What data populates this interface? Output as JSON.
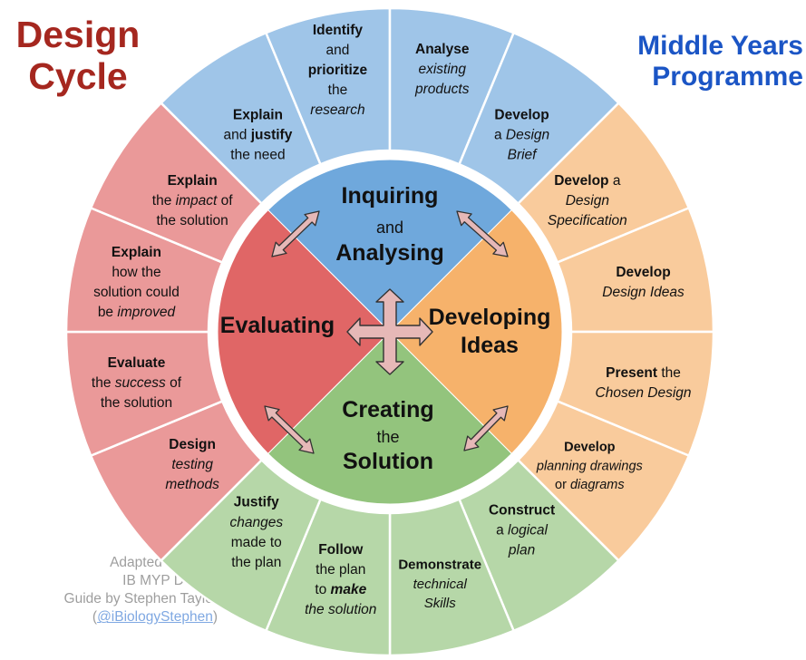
{
  "titles": {
    "left": [
      "Design",
      "Cycle"
    ],
    "right": [
      "Middle Years",
      "Programme"
    ]
  },
  "credit": {
    "lines": [
      "Adapted from the",
      "IB MYP Design",
      "Guide by Stephen Taylor"
    ],
    "open": "(",
    "handle": "@iBiologyStephen",
    "close": ")"
  },
  "colors": {
    "inquiring": "#6fa8dc",
    "inquiring_outer": "#9fc5e8",
    "developing": "#f6b26b",
    "developing_outer": "#f9cb9c",
    "creating": "#93c47d",
    "creating_outer": "#b6d7a8",
    "evaluating": "#e06666",
    "evaluating_outer": "#ea9999",
    "arrow": "#e6b8b7"
  },
  "quadrants": [
    {
      "key": "inquiring",
      "lines": [
        [
          "Inquiring"
        ],
        [
          "and"
        ],
        [
          "Analysing"
        ]
      ]
    },
    {
      "key": "developing",
      "lines": [
        [
          "Developing"
        ],
        [
          "Ideas"
        ]
      ]
    },
    {
      "key": "creating",
      "lines": [
        [
          "Creating"
        ],
        [
          "the"
        ],
        [
          "Solution"
        ]
      ]
    },
    {
      "key": "evaluating",
      "lines": [
        [
          "Evaluating"
        ]
      ]
    }
  ],
  "segments": [
    {
      "group": "inquiring",
      "lines": [
        [
          {
            "t": "Explain",
            "b": true
          }
        ],
        [
          {
            "t": "and "
          },
          {
            "t": "justify",
            "b": true
          }
        ],
        [
          {
            "t": "the need"
          }
        ]
      ]
    },
    {
      "group": "inquiring",
      "lines": [
        [
          {
            "t": "Identify",
            "b": true
          }
        ],
        [
          {
            "t": "and"
          }
        ],
        [
          {
            "t": "prioritize",
            "b": true
          }
        ],
        [
          {
            "t": "the"
          }
        ],
        [
          {
            "t": "research",
            "i": true
          }
        ]
      ]
    },
    {
      "group": "inquiring",
      "lines": [
        [
          {
            "t": "Analyse",
            "b": true
          }
        ],
        [
          {
            "t": "existing",
            "i": true
          }
        ],
        [
          {
            "t": "products",
            "i": true
          }
        ]
      ]
    },
    {
      "group": "inquiring",
      "lines": [
        [
          {
            "t": "Develop",
            "b": true
          }
        ],
        [
          {
            "t": "a "
          },
          {
            "t": "Design",
            "i": true
          }
        ],
        [
          {
            "t": "Brief",
            "i": true
          }
        ]
      ]
    },
    {
      "group": "developing",
      "lines": [
        [
          {
            "t": "Develop",
            "b": true
          },
          {
            "t": " a"
          }
        ],
        [
          {
            "t": "Design",
            "i": true
          }
        ],
        [
          {
            "t": "Specification",
            "i": true
          }
        ]
      ]
    },
    {
      "group": "developing",
      "lines": [
        [
          {
            "t": "Develop",
            "b": true
          }
        ],
        [
          {
            "t": "Design Ideas",
            "i": true
          }
        ]
      ]
    },
    {
      "group": "developing",
      "lines": [
        [
          {
            "t": "Present",
            "b": true
          },
          {
            "t": " the"
          }
        ],
        [
          {
            "t": "Chosen Design",
            "i": true
          }
        ]
      ]
    },
    {
      "group": "developing",
      "lines": [
        [
          {
            "t": "Develop",
            "b": true
          }
        ],
        [
          {
            "t": "planning drawings",
            "i": true
          }
        ],
        [
          {
            "t": "or "
          },
          {
            "t": "diagrams",
            "i": true
          }
        ]
      ]
    },
    {
      "group": "creating",
      "lines": [
        [
          {
            "t": "Construct",
            "b": true
          }
        ],
        [
          {
            "t": "a "
          },
          {
            "t": "logical",
            "i": true
          }
        ],
        [
          {
            "t": "plan",
            "i": true
          }
        ]
      ]
    },
    {
      "group": "creating",
      "lines": [
        [
          {
            "t": "Demonstrate",
            "b": true
          }
        ],
        [
          {
            "t": "technical",
            "i": true
          }
        ],
        [
          {
            "t": "Skills",
            "i": true
          }
        ]
      ]
    },
    {
      "group": "creating",
      "lines": [
        [
          {
            "t": "Follow",
            "b": true
          }
        ],
        [
          {
            "t": "the plan"
          }
        ],
        [
          {
            "t": "to "
          },
          {
            "t": "make",
            "b": true,
            "i": true
          }
        ],
        [
          {
            "t": "the solution",
            "i": true
          }
        ]
      ]
    },
    {
      "group": "creating",
      "lines": [
        [
          {
            "t": "Justify",
            "b": true
          }
        ],
        [
          {
            "t": "changes",
            "i": true
          }
        ],
        [
          {
            "t": "made to"
          }
        ],
        [
          {
            "t": "the plan"
          }
        ]
      ]
    },
    {
      "group": "evaluating",
      "lines": [
        [
          {
            "t": "Design",
            "b": true
          }
        ],
        [
          {
            "t": "testing",
            "i": true
          }
        ],
        [
          {
            "t": "methods",
            "i": true
          }
        ]
      ]
    },
    {
      "group": "evaluating",
      "lines": [
        [
          {
            "t": "Evaluate",
            "b": true
          }
        ],
        [
          {
            "t": "the "
          },
          {
            "t": "success",
            "i": true
          },
          {
            "t": " of"
          }
        ],
        [
          {
            "t": "the solution"
          }
        ]
      ]
    },
    {
      "group": "evaluating",
      "lines": [
        [
          {
            "t": "Explain",
            "b": true
          }
        ],
        [
          {
            "t": "how the"
          }
        ],
        [
          {
            "t": "solution could"
          }
        ],
        [
          {
            "t": "be "
          },
          {
            "t": "improved",
            "i": true
          }
        ]
      ]
    },
    {
      "group": "evaluating",
      "lines": [
        [
          {
            "t": "Explain",
            "b": true
          }
        ],
        [
          {
            "t": "the "
          },
          {
            "t": "impact",
            "i": true
          },
          {
            "t": " of"
          }
        ],
        [
          {
            "t": "the solution"
          }
        ]
      ]
    }
  ]
}
